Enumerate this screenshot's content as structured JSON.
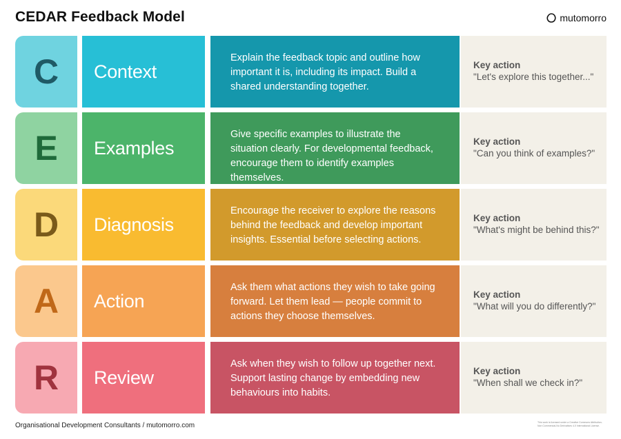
{
  "header": {
    "title": "CEDAR Feedback Model",
    "brand": "mutomorro"
  },
  "rows": [
    {
      "letter": "C",
      "name": "Context",
      "description": "Explain the feedback topic and outline how important it is, including its impact. Build a shared understanding together.",
      "key_label": "Key action",
      "key_quote": "\"Let's explore this together...\"",
      "colors": {
        "letter_bg": "#6fd3e0",
        "letter_fg": "#1f5a66",
        "name_bg": "#27bfd6",
        "desc_bg": "#1597ac"
      }
    },
    {
      "letter": "E",
      "name": "Examples",
      "description": "Give specific examples to illustrate the situation clearly. For developmental feedback, encourage them to identify examples themselves.",
      "key_label": "Key action",
      "key_quote": "\"Can you think of examples?\"",
      "colors": {
        "letter_bg": "#8fd3a1",
        "letter_fg": "#1f6a3a",
        "name_bg": "#4cb46a",
        "desc_bg": "#3f9a5b"
      }
    },
    {
      "letter": "D",
      "name": "Diagnosis",
      "description": "Encourage the receiver to explore the reasons behind the feedback and develop important insights. Essential before selecting actions.",
      "key_label": "Key action",
      "key_quote": "\"What's might be behind this?\"",
      "colors": {
        "letter_bg": "#fbd97a",
        "letter_fg": "#7a5a1a",
        "name_bg": "#f9bb30",
        "desc_bg": "#d29a2c"
      }
    },
    {
      "letter": "A",
      "name": "Action",
      "description": "Ask them what actions they wish to take going forward. Let them lead — people commit to actions they choose themselves.",
      "key_label": "Key action",
      "key_quote": "\"What will you do differently?\"",
      "colors": {
        "letter_bg": "#fbc88d",
        "letter_fg": "#c06818",
        "name_bg": "#f6a454",
        "desc_bg": "#d77f3e"
      }
    },
    {
      "letter": "R",
      "name": "Review",
      "description": "Ask when they wish to follow up together next. Support lasting change by embedding new behaviours into habits.",
      "key_label": "Key action",
      "key_quote": "\"When shall we check in?\"",
      "colors": {
        "letter_bg": "#f7a9b2",
        "letter_fg": "#a0333e",
        "name_bg": "#ef6f7d",
        "desc_bg": "#c85464"
      }
    }
  ],
  "footer": {
    "credit": "Organisational Development Consultants / mutomorro.com",
    "license": "This work is licensed under a Creative Commons Attribution-Non Commercial-No Derivatives 4.0 International License."
  }
}
